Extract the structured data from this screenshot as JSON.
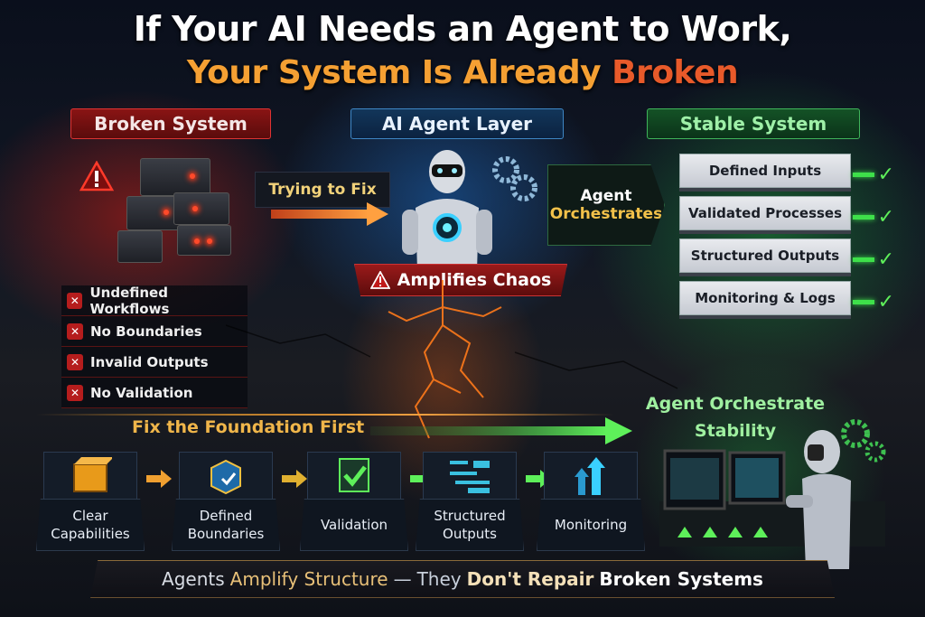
{
  "title": {
    "line1": "If Your AI Needs an Agent to Work,",
    "line2_part1": "Your System Is Already",
    "line2_part2": "Broken"
  },
  "sections": {
    "broken": {
      "label": "Broken System",
      "color": "#8a1414",
      "warning_icon": "warning-triangle-icon"
    },
    "agent": {
      "label": "AI Agent Layer",
      "color": "#12365a"
    },
    "stable": {
      "label": "Stable System",
      "color": "#145226"
    }
  },
  "flow": {
    "trying": "Trying to Fix",
    "amplifies": "Amplifies Chaos",
    "orchestrates_line1": "Agent",
    "orchestrates_line2": "Orchestrates"
  },
  "stable_layers": [
    {
      "label": "Defined Inputs",
      "status": "check"
    },
    {
      "label": "Validated Processes",
      "status": "check"
    },
    {
      "label": "Structured Outputs",
      "status": "check"
    },
    {
      "label": "Monitoring & Logs",
      "status": "check"
    }
  ],
  "failures": [
    {
      "label": "Undefined Workflows"
    },
    {
      "label": "No Boundaries"
    },
    {
      "label": "Invalid Outputs"
    },
    {
      "label": "No Validation"
    }
  ],
  "foundation": {
    "title": "Fix the Foundation First",
    "steps": [
      {
        "label": "Clear Capabilities",
        "icon": "box-icon"
      },
      {
        "label": "Defined Boundaries",
        "icon": "cube-check-icon"
      },
      {
        "label": "Validation",
        "icon": "checkmark-icon"
      },
      {
        "label": "Structured Outputs",
        "icon": "document-lines-icon"
      },
      {
        "label": "Monitoring",
        "icon": "up-arrows-icon"
      }
    ]
  },
  "result": {
    "line1": "Agent Orchestrate",
    "line2": "Stability"
  },
  "footer": {
    "p1": "Agents",
    "p2": "Amplify Structure",
    "p3": "—",
    "p4": "They",
    "p5": "Don't Repair",
    "p6": "Broken Systems"
  },
  "colors": {
    "red": "#c62020",
    "blue": "#3e86c4",
    "green": "#3ee04a",
    "orange": "#f5a033",
    "gold": "#f2c14a"
  }
}
